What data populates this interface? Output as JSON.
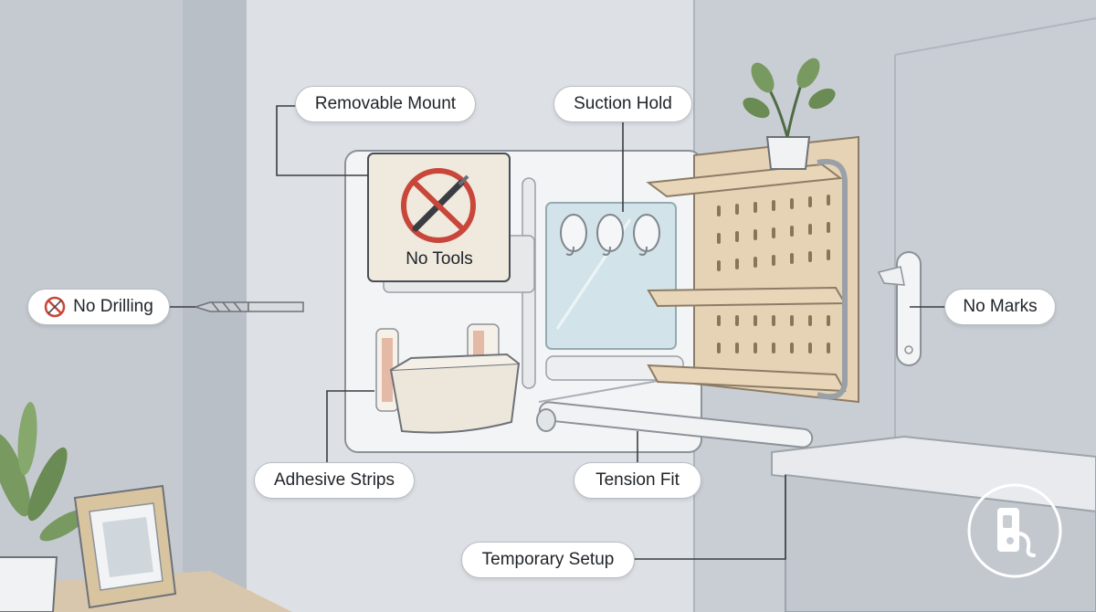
{
  "labels": {
    "removable_mount": "Removable Mount",
    "suction_hold": "Suction Hold",
    "no_drilling": "No Drilling",
    "no_marks": "No Marks",
    "no_tools": "No Tools",
    "adhesive_strips": "Adhesive Strips",
    "tension_fit": "Tension Fit",
    "temporary_setup": "Temporary Setup"
  },
  "icons": [
    "no-drilling-icon",
    "prohibited-screwdriver-icon",
    "suction-hook-icon",
    "plant-icon",
    "picture-frame-icon",
    "drill-bit-icon",
    "logo-badge-icon"
  ],
  "colors": {
    "wall": "#cfd4da",
    "panel": "#f2f3f4",
    "pegboard": "#e6d3b6",
    "prohibit_red": "#c9463a",
    "label_bg": "#ffffff",
    "line": "#3a3d42"
  }
}
